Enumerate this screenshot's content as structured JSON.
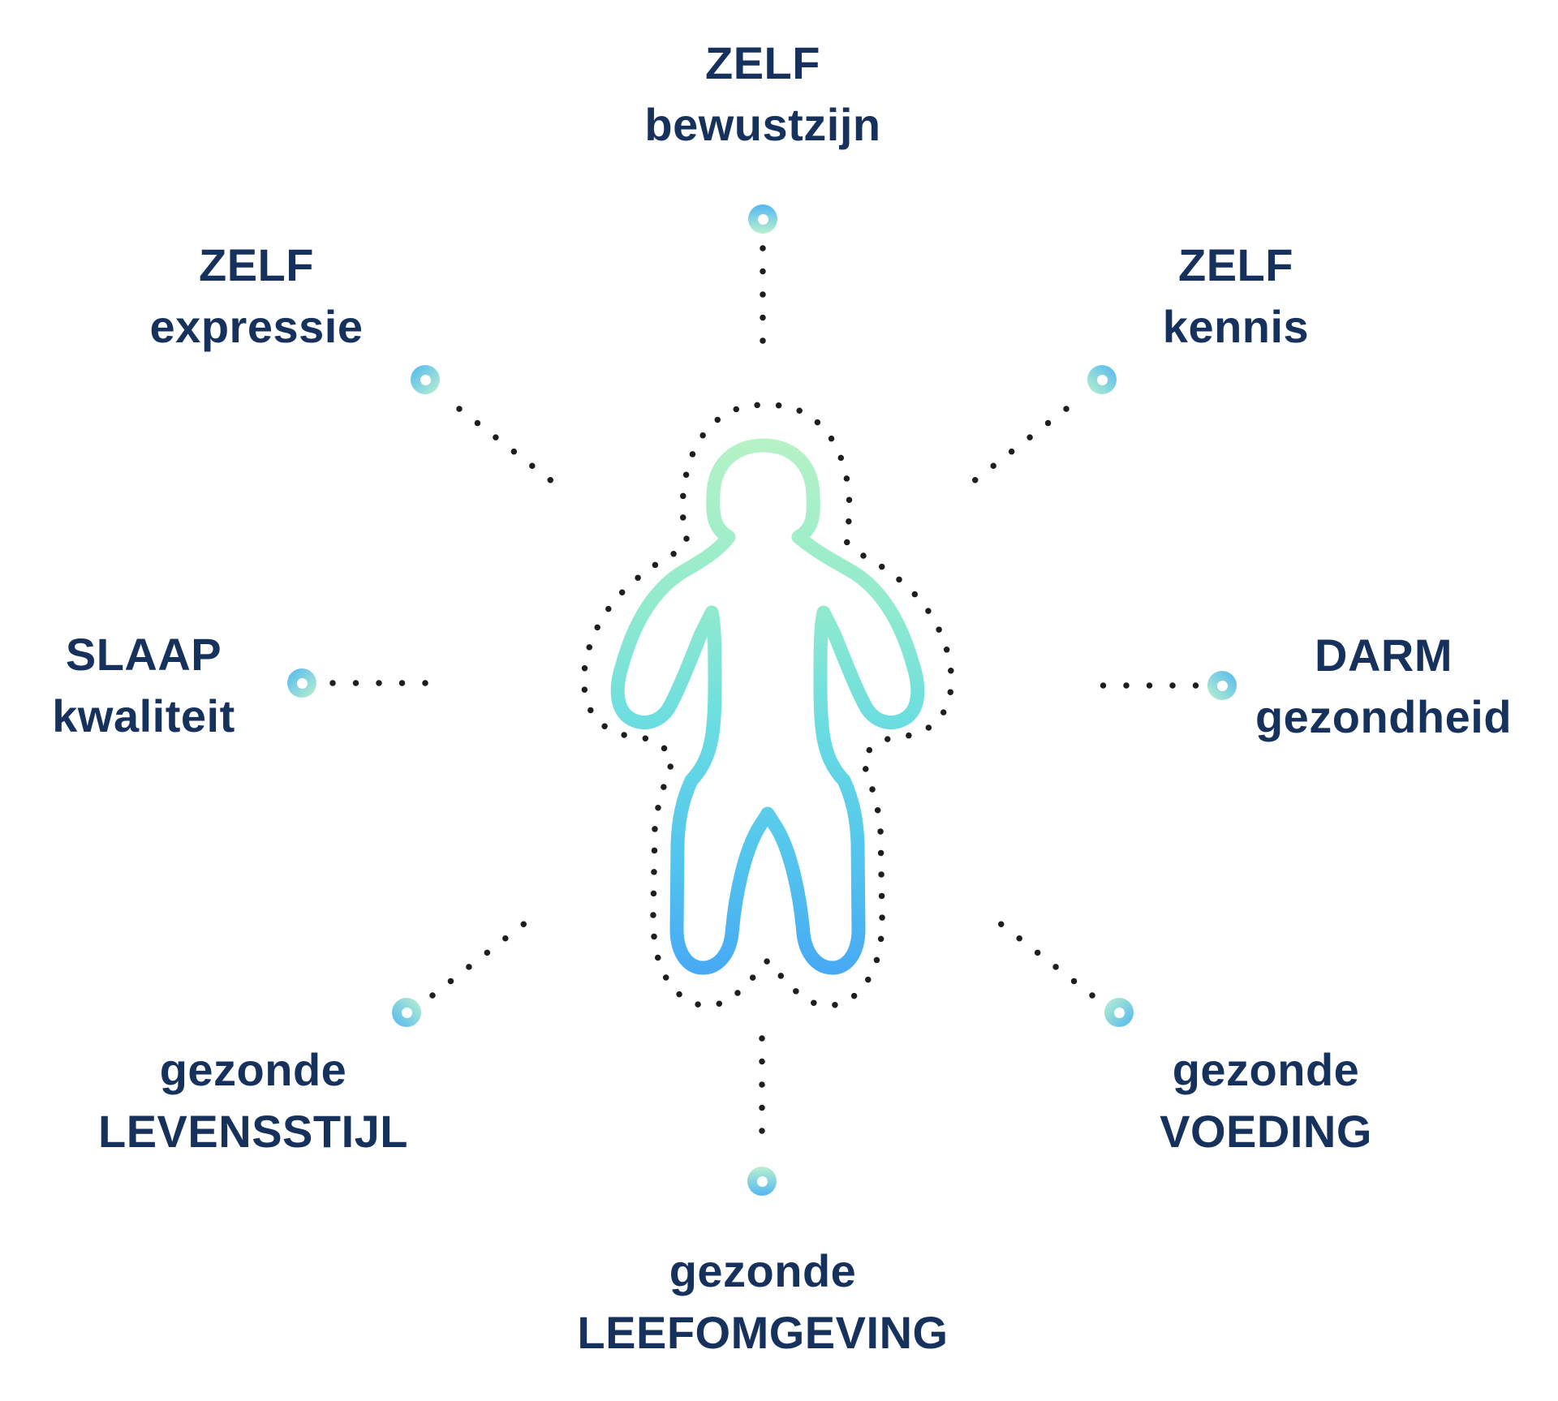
{
  "diagram": {
    "center_icon": "person-outline",
    "nodes": [
      {
        "id": "zelf-bewustzijn",
        "position": "top",
        "line1": "ZELF",
        "line2": "bewustzijn"
      },
      {
        "id": "zelf-expressie",
        "position": "top-left",
        "line1": "ZELF",
        "line2": "expressie"
      },
      {
        "id": "zelf-kennis",
        "position": "top-right",
        "line1": "ZELF",
        "line2": "kennis"
      },
      {
        "id": "slaap-kwaliteit",
        "position": "left",
        "line1": "SLAAP",
        "line2": "kwaliteit"
      },
      {
        "id": "darm-gezondheid",
        "position": "right",
        "line1": "DARM",
        "line2": "gezondheid"
      },
      {
        "id": "gezonde-levensstijl",
        "position": "bottom-left",
        "line1": "gezonde",
        "line2": "LEVENSSTIJL"
      },
      {
        "id": "gezonde-voeding",
        "position": "bottom-right",
        "line1": "gezonde",
        "line2": "VOEDING"
      },
      {
        "id": "gezonde-leefomgeving",
        "position": "bottom",
        "line1": "gezonde",
        "line2": "LEEFOMGEVING"
      }
    ],
    "colors": {
      "label_navy": "#16325c",
      "dot_black": "#1e1e1c",
      "bead_blue": "#53b7f1",
      "bead_mint": "#b9f1ce",
      "background": "#ffffff",
      "figure_gradient": [
        "#b7f2c6",
        "#93ebcc",
        "#68dce2",
        "#52c3ee",
        "#47a9f4"
      ]
    }
  }
}
